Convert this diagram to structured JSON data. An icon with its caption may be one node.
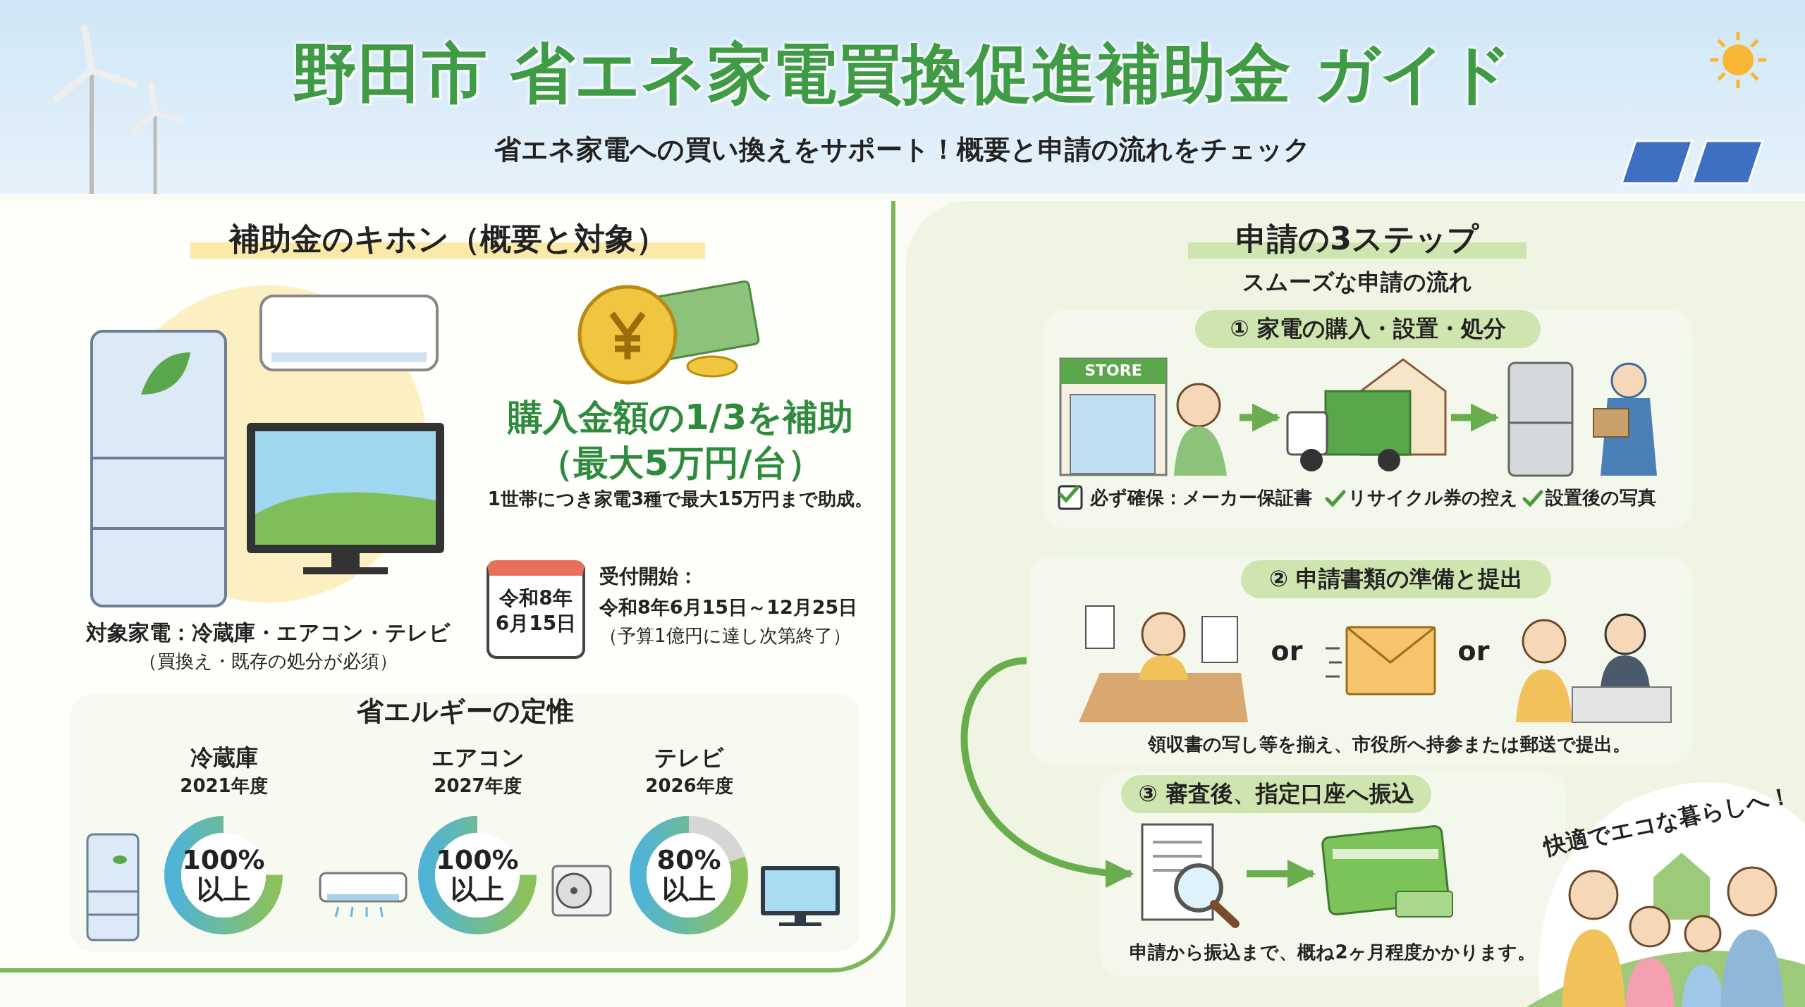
{
  "diagram": {
    "title": "野田市 省エネ家電買換促進補助金 ガイド",
    "nodes": [
      {
        "text": [
          "補助金のキホン（概要と対象）"
        ]
      },
      {
        "text": [
          "対象家電：冷蔵庫・エアコン・テレビ",
          "（買換え・既存の処分が必須）"
        ],
        "in": 0
      },
      {
        "text": [
          "購入金額の1/3を補助（最大5万円/台）",
          "1世帯につき家電3種で最大15万円まで助成。"
        ],
        "in": 0
      },
      {
        "text": [
          "令和8年6月15日"
        ],
        "in": 0
      },
      {
        "text": [
          "受付開始：",
          "令和8年6月15日～12月25日",
          "（予算1億円に達し次第終了）"
        ],
        "in": 0
      },
      {
        "text": [
          "省エルギーの定惟"
        ],
        "in": 0
      },
      {
        "text": [
          "冷蔵庫",
          "2021年度",
          "100% 以上"
        ],
        "in": 5
      },
      {
        "text": [
          "エアコン",
          "2027年度",
          "100% 以上"
        ],
        "in": 5
      },
      {
        "text": [
          "テレビ",
          "2026年度",
          "80% 以上"
        ],
        "in": 5
      },
      {
        "text": [
          "申請の3ステップ",
          "スムーズな申請の流れ"
        ]
      },
      {
        "text": [
          "① 家電の購入・設置・処分",
          "必ず確保：メーカー保証書",
          "リサイクル券の控え",
          "設置後の写真"
        ],
        "in": 9
      },
      {
        "text": [
          "STORE"
        ],
        "in": 10
      },
      {
        "text": [],
        "shape": "picture",
        "in": 10
      },
      {
        "text": [],
        "shape": "picture",
        "in": 10
      },
      {
        "text": [
          "② 申請書類の準備と提出",
          "領収書の写し等を揃え、市役所へ持参または郵送で提出。"
        ],
        "in": 9
      },
      {
        "text": [],
        "shape": "picture",
        "in": 14
      },
      {
        "text": [],
        "shape": "picture",
        "in": 14
      },
      {
        "text": [],
        "shape": "picture",
        "in": 14
      },
      {
        "text": [
          "③ 審査後、指定口座へ振込",
          "申請から振込まで、概ね2ヶ月程度かかります。"
        ],
        "in": 9
      },
      {
        "text": [],
        "shape": "picture",
        "in": 18
      },
      {
        "text": [],
        "shape": "picture",
        "in": 18
      },
      {
        "text": [
          "快適でエコな暮らしへ！"
        ],
        "in": 9
      }
    ],
    "edges": [
      {
        "from": 11,
        "to": 12,
        "arrow": "to"
      },
      {
        "from": 12,
        "to": 13,
        "arrow": "to"
      },
      {
        "from": 14,
        "to": 19,
        "arrow": "to"
      },
      {
        "from": 19,
        "to": 20,
        "arrow": "to"
      }
    ],
    "labels": [
      "省エネ家電への買い換えをサポート！概要と申請の流れをチェック",
      "or",
      "or"
    ]
  }
}
